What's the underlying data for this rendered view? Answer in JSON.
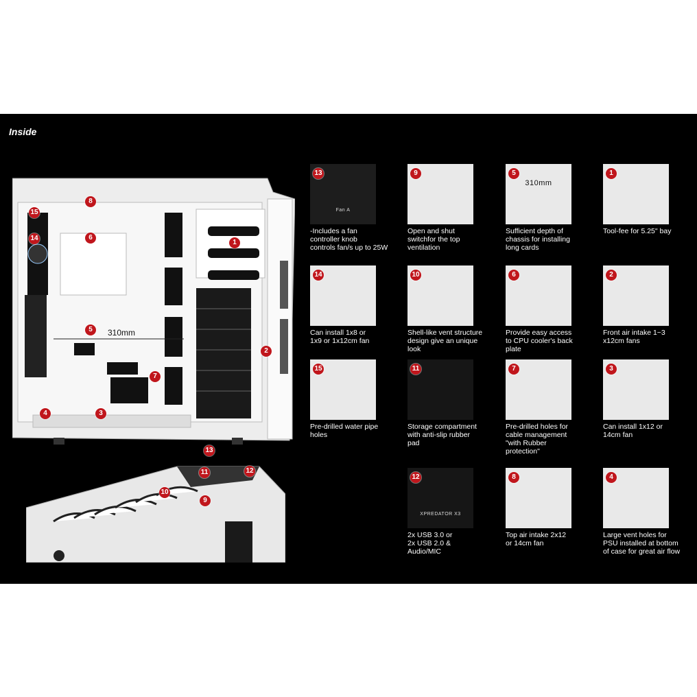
{
  "heading": "Inside",
  "main_dimension": "310mm",
  "case_badges": [
    "15",
    "14",
    "8",
    "6",
    "1",
    "5",
    "2",
    "7",
    "4",
    "3"
  ],
  "top_badges": [
    "13",
    "11",
    "12",
    "10",
    "9"
  ],
  "features": [
    {
      "badge": "13",
      "caption": "-Includes a fan\ncontroller knob\ncontrols fan/s up to 25W",
      "image_text": "Fan A"
    },
    {
      "badge": "9",
      "caption": "Open and shut\nswitchfor the top\nventilation"
    },
    {
      "badge": "5",
      "caption": "Sufficient depth of\nchassis for installing\nlong cards",
      "image_text": "310mm"
    },
    {
      "badge": "1",
      "caption": "Tool-fee for 5.25\" bay"
    },
    {
      "badge": "14",
      "caption": "Can install 1x8 or\n1x9 or 1x12cm fan"
    },
    {
      "badge": "10",
      "caption": "Shell-like vent structure\ndesign give an unique\nlook"
    },
    {
      "badge": "6",
      "caption": "Provide easy access\nto CPU cooler's back\nplate"
    },
    {
      "badge": "2",
      "caption": "Front air intake 1~3\nx12cm fans"
    },
    {
      "badge": "15",
      "caption": "Pre-drilled water pipe\nholes"
    },
    {
      "badge": "11",
      "caption": "Storage compartment\nwith anti-slip rubber\npad"
    },
    {
      "badge": "7",
      "caption": "Pre-drilled holes for\ncable management\n \"with Rubber\nprotection\""
    },
    {
      "badge": "3",
      "caption": "Can install 1x12 or\n14cm fan"
    },
    {
      "badge": "12",
      "caption": "2x USB 3.0 or\n2x USB 2.0 &\nAudio/MIC",
      "image_text": "XPREDATOR X3"
    },
    {
      "badge": "8",
      "caption": "Top air intake 2x12\nor 14cm fan"
    },
    {
      "badge": "4",
      "caption": "Large vent holes for\nPSU installed at bottom\nof case for great air flow"
    }
  ],
  "colors": {
    "panel": "#000000",
    "badge": "#c0161c",
    "case": "#f2f2f2"
  }
}
